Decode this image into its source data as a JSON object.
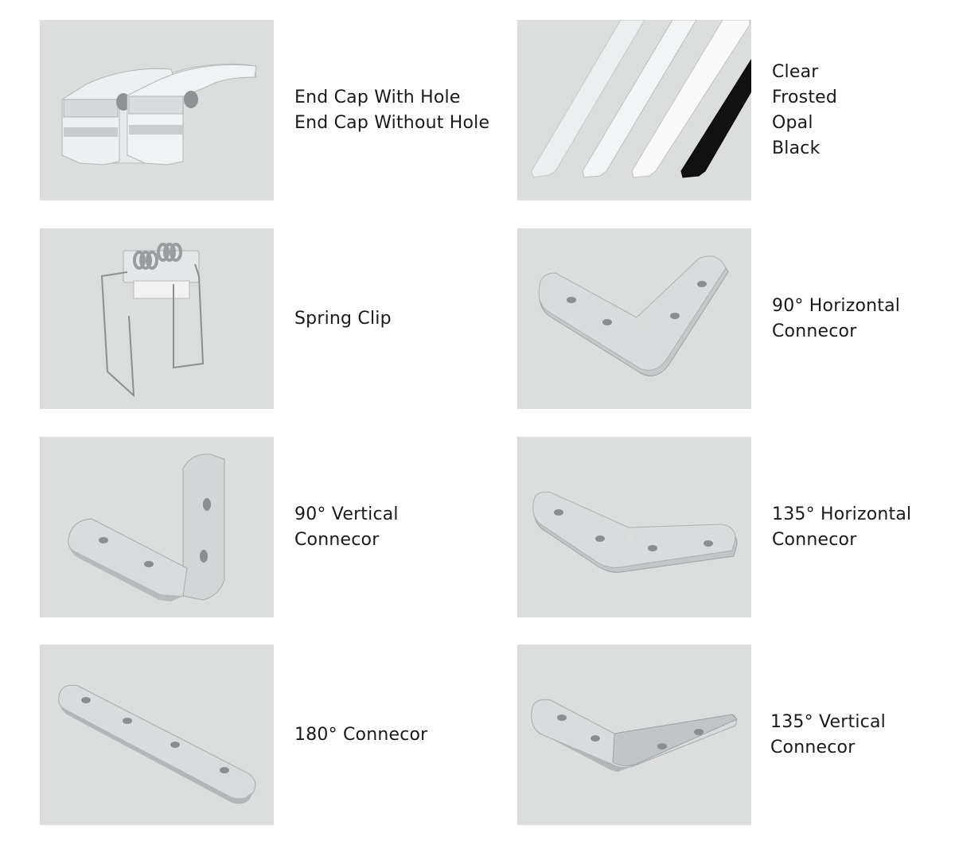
{
  "products": [
    {
      "key": "end-cap",
      "image": "end-cap-pair-illustration",
      "labels": [
        "End Cap With Hole",
        "End Cap Without Hole"
      ]
    },
    {
      "key": "diffuser-covers",
      "image": "diffuser-strips-illustration",
      "labels": [
        "Clear",
        "Frosted",
        "Opal",
        "Black"
      ]
    },
    {
      "key": "spring-clip",
      "image": "spring-clip-illustration",
      "labels": [
        "Spring Clip"
      ]
    },
    {
      "key": "90-horizontal",
      "image": "l-plate-connector-illustration",
      "labels": [
        "90° Horizontal",
        "Connecor"
      ]
    },
    {
      "key": "90-vertical",
      "image": "bent-l-bracket-illustration",
      "labels": [
        "90° Vertical",
        "Connecor"
      ]
    },
    {
      "key": "135-horizontal",
      "image": "obtuse-plate-connector-illustration",
      "labels": [
        "135° Horizontal",
        "Connecor"
      ]
    },
    {
      "key": "180",
      "image": "straight-plate-connector-illustration",
      "labels": [
        "180° Connecor"
      ]
    },
    {
      "key": "135-vertical",
      "image": "bent-obtuse-bracket-illustration",
      "labels": [
        "135° Vertical",
        "Connecor"
      ]
    }
  ],
  "colors": {
    "photo_background": "#dcdedd",
    "metal": "#c9cbcc",
    "metal_edge": "#9fa2a4",
    "text": "#1a1a1a"
  }
}
